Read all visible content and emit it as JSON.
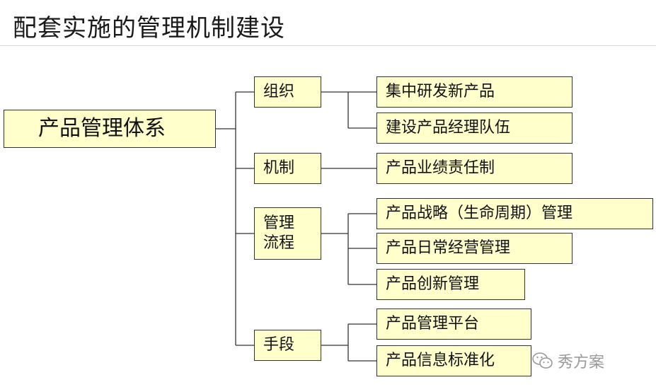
{
  "title": "配套实施的管理机制建设",
  "root": "产品管理体系",
  "categories": [
    {
      "label": "组织",
      "items": [
        "集中研发新产品",
        "建设产品经理队伍"
      ]
    },
    {
      "label": "机制",
      "items": [
        "产品业绩责任制"
      ]
    },
    {
      "label": "管理流程",
      "line1": "管理",
      "line2": "流程",
      "items": [
        "产品战略（生命周期）管理",
        "产品日常经营管理",
        "产品创新管理"
      ]
    },
    {
      "label": "手段",
      "items": [
        "产品管理平台",
        "产品信息标准化"
      ]
    }
  ],
  "watermark": {
    "text": "秀方案",
    "icon": "wechat-icon"
  },
  "colors": {
    "box_fill": "#ffffcc",
    "box_border": "#333333",
    "line": "#333333"
  }
}
